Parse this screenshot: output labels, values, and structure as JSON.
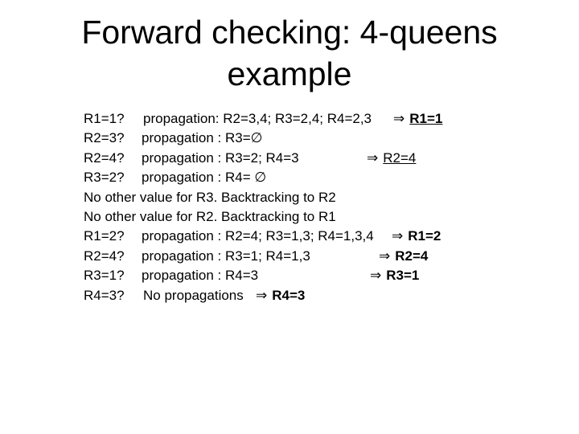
{
  "title": {
    "line1": "Forward checking: 4-queens",
    "line2": "example"
  },
  "arrow_symbol": "⇒",
  "lines": [
    {
      "var": "R1=1?",
      "text": "propagation: R2=3,4; R3=2,4; R4=2,3",
      "result": "R1=1"
    },
    {
      "var": "R2=3?",
      "text": "propagation : R3=∅",
      "result": ""
    },
    {
      "var": "R2=4?",
      "text": "propagation : R3=2; R4=3",
      "result": "R2=4"
    },
    {
      "var": "R3=2?",
      "text": "propagation : R4= ∅",
      "result": ""
    },
    {
      "var": "",
      "text": "No other value for R3. Backtracking to R2",
      "result": ""
    },
    {
      "var": "",
      "text": "No other value for R2. Backtracking to R1",
      "result": ""
    },
    {
      "var": "R1=2?",
      "text": "propagation : R2=4; R3=1,3; R4=1,3,4",
      "result": "R1=2"
    },
    {
      "var": "R2=4?",
      "text": "propagation : R3=1; R4=1,3",
      "result": "R2=4"
    },
    {
      "var": "R3=1?",
      "text": "propagation : R4=3",
      "result": "R3=1"
    },
    {
      "var": "R4=3?",
      "text": "No propagations",
      "result": "R4=3"
    }
  ]
}
